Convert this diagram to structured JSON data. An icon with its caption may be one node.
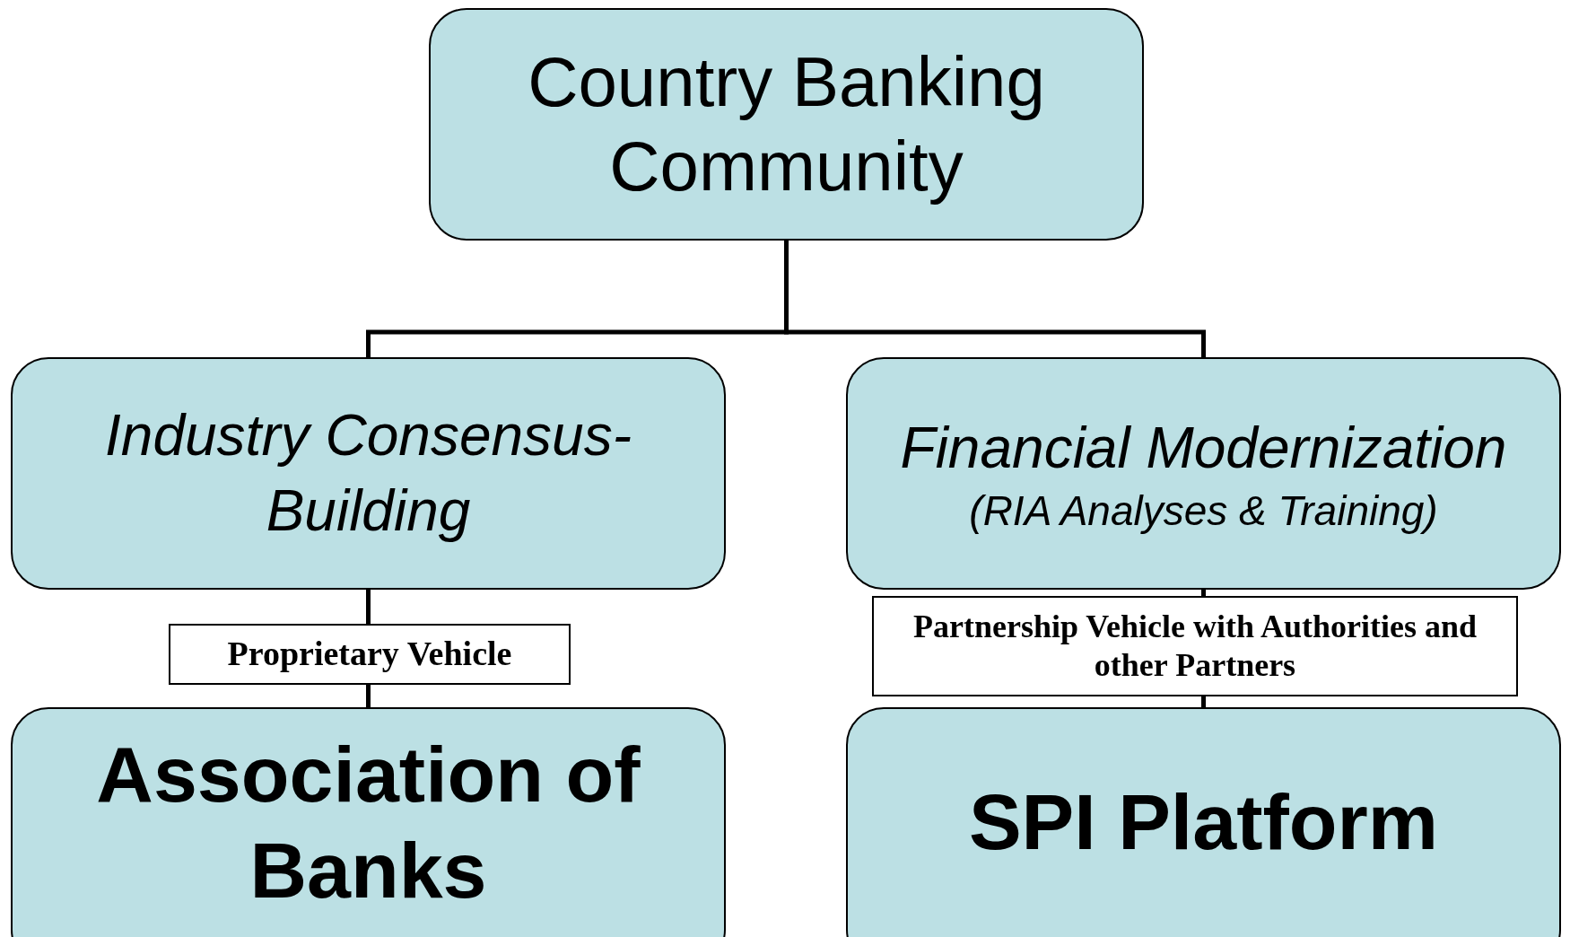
{
  "diagram": {
    "nodes": [
      {
        "text": [
          "Country Banking Community"
        ]
      },
      {
        "text": [
          "Industry Consensus-Building"
        ]
      },
      {
        "text": [
          "Financial Modernization",
          "(RIA Analyses & Training)"
        ]
      },
      {
        "text": [
          "Association of Banks"
        ]
      },
      {
        "text": [
          "SPI Platform"
        ]
      }
    ],
    "edges": [
      {
        "from": 0,
        "to": 1,
        "arrow": "none"
      },
      {
        "from": 0,
        "to": 2,
        "arrow": "none"
      },
      {
        "from": 1,
        "to": 3,
        "arrow": "none",
        "label": "Proprietary Vehicle"
      },
      {
        "from": 2,
        "to": 4,
        "arrow": "none",
        "label": "Partnership Vehicle with Authorities and other Partners"
      }
    ]
  }
}
